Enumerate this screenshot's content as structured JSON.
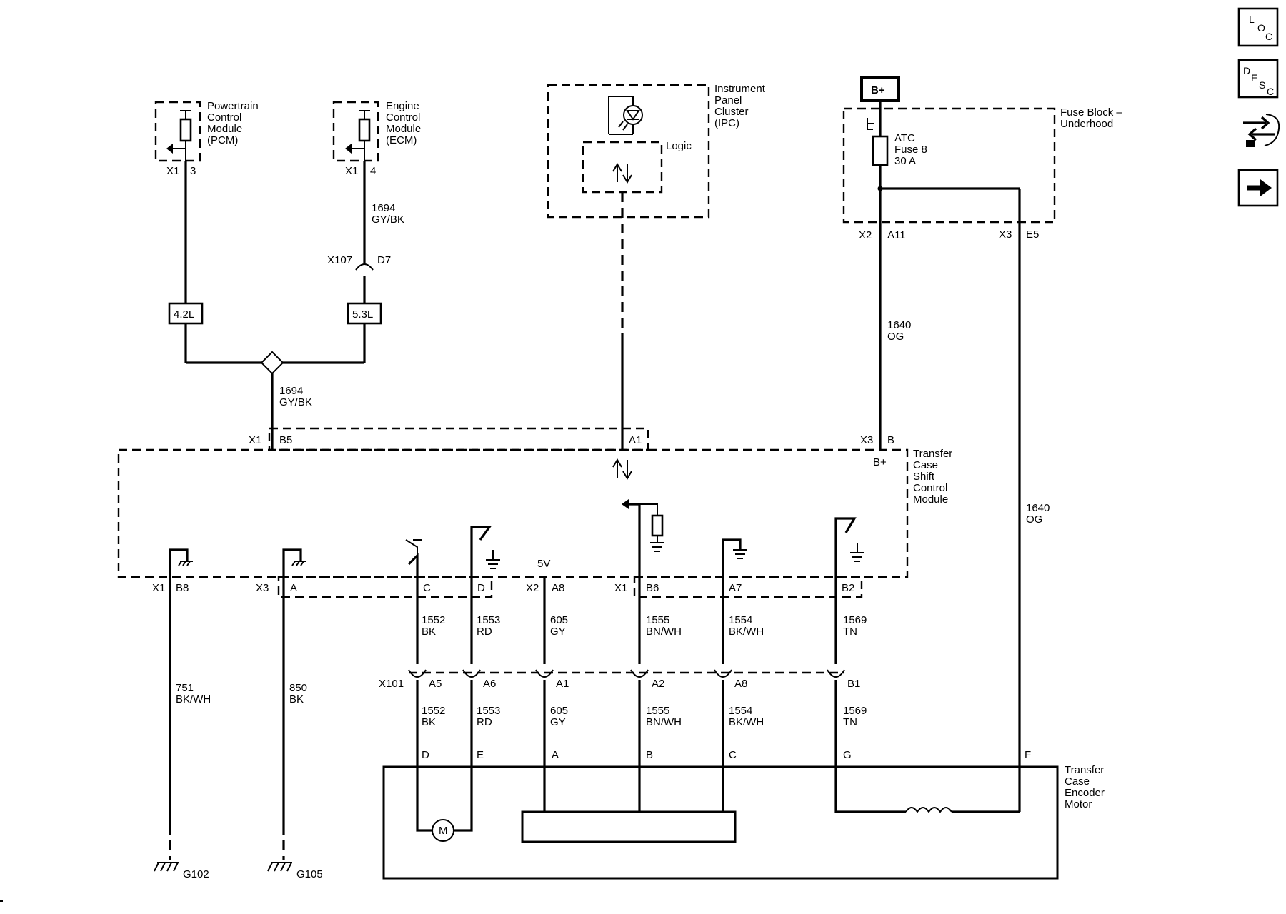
{
  "nav": {
    "loc": {
      "a": "L",
      "b": "O",
      "c": "C"
    },
    "desc": {
      "a": "D",
      "b": "E",
      "c": "S",
      "d": "C"
    }
  },
  "modules": {
    "pcm": {
      "l1": "Powertrain",
      "l2": "Control",
      "l3": "Module",
      "l4": "(PCM)",
      "conn": "X1",
      "pin": "3"
    },
    "ecm": {
      "l1": "Engine",
      "l2": "Control",
      "l3": "Module",
      "l4": "(ECM)",
      "conn": "X1",
      "pin": "4"
    },
    "ipc": {
      "l1": "Instrument",
      "l2": "Panel",
      "l3": "Cluster",
      "l4": "(IPC)",
      "logic": "Logic"
    },
    "fuse_block": {
      "bplus": "B+",
      "l1": "Fuse Block –",
      "l2": "Underhood",
      "fuse1": "ATC",
      "fuse2": "Fuse 8",
      "fuse3": "30 A",
      "x2": "X2",
      "a11": "A11",
      "x3": "X3",
      "e5": "E5"
    },
    "tcscm": {
      "l1": "Transfer",
      "l2": "Case",
      "l3": "Shift",
      "l4": "Control",
      "l5": "Module",
      "bplus": "B+",
      "v5": "5V"
    },
    "motor": {
      "l1": "Transfer",
      "l2": "Case",
      "l3": "Encoder",
      "l4": "Motor",
      "m": "M"
    }
  },
  "wires": {
    "w1694_top": {
      "num": "1694",
      "color": "GY/BK"
    },
    "x107": {
      "conn": "X107",
      "pin": "D7"
    },
    "opt_42": "4.2L",
    "opt_53": "5.3L",
    "w1694_bot": {
      "num": "1694",
      "color": "GY/BK"
    },
    "w1640_a": {
      "num": "1640",
      "color": "OG"
    },
    "w1640_b": {
      "num": "1640",
      "color": "OG"
    },
    "w751": {
      "num": "751",
      "color": "BK/WH"
    },
    "w850": {
      "num": "850",
      "color": "BK"
    }
  },
  "pins_top": {
    "x1": "X1",
    "b5": "B5",
    "a1": "A1",
    "x3": "X3",
    "b": "B"
  },
  "pins_bottom": {
    "x1a": "X1",
    "b8": "B8",
    "x3": "X3",
    "a": "A",
    "c": "C",
    "d": "D",
    "x2": "X2",
    "a8": "A8",
    "x1b": "X1",
    "b6": "B6",
    "a7": "A7",
    "b2": "B2"
  },
  "signal_wires": [
    {
      "num": "1552",
      "color": "BK",
      "x101_pin": "A5",
      "motor_pin": "D"
    },
    {
      "num": "1553",
      "color": "RD",
      "x101_pin": "A6",
      "motor_pin": "E"
    },
    {
      "num": "605",
      "color": "GY",
      "x101_pin": "A1",
      "motor_pin": "A"
    },
    {
      "num": "1555",
      "color": "BN/WH",
      "x101_pin": "A2",
      "motor_pin": "B"
    },
    {
      "num": "1554",
      "color": "BK/WH",
      "x101_pin": "A8",
      "motor_pin": "C"
    },
    {
      "num": "1569",
      "color": "TN",
      "x101_pin": "B1",
      "motor_pin": "G"
    }
  ],
  "x101": "X101",
  "motor_pin_f": "F",
  "grounds": {
    "g102": "G102",
    "g105": "G105"
  },
  "colors": {
    "line": "#000000",
    "background": "#ffffff"
  }
}
